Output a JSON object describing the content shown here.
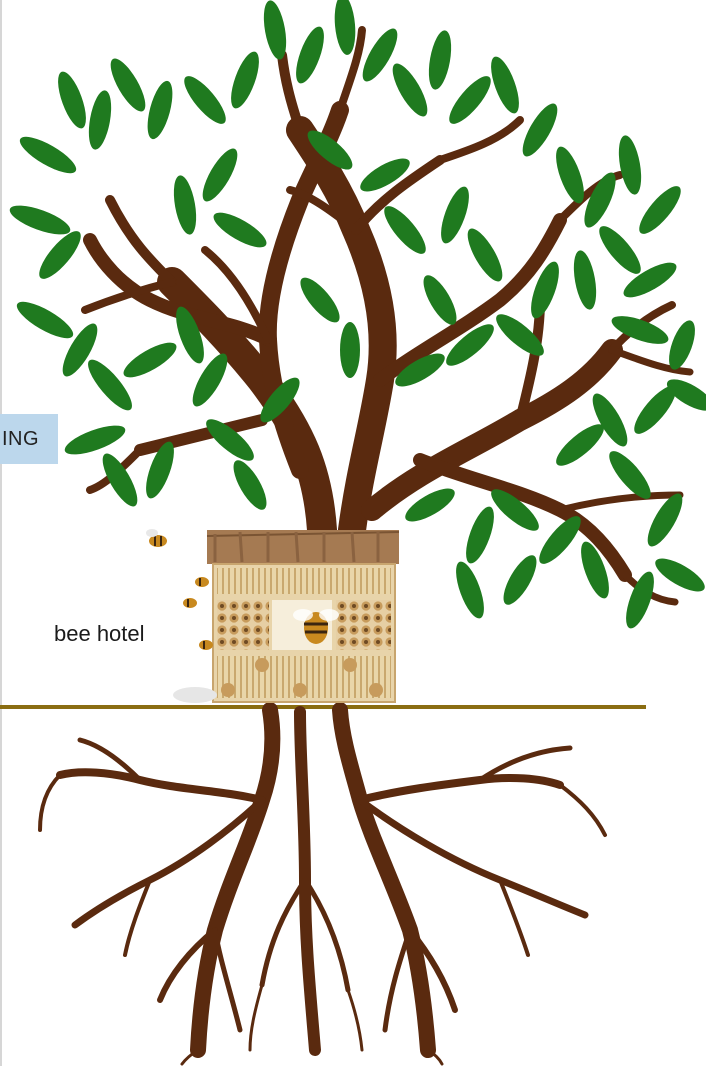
{
  "labels": {
    "side_tag": "ING",
    "bee_hotel": "bee hotel"
  },
  "colors": {
    "trunk": "#5a2a0f",
    "leaf": "#1f7a1f",
    "ground_line": "#8a6d12",
    "side_tag_bg": "#bcd7ec",
    "hotel_wood": "#d9b98a",
    "hotel_roof": "#a57a52",
    "bee": "#c8891f"
  },
  "icons": [
    "tree-illustration",
    "bee-hotel-icon",
    "bee-icon",
    "roots-illustration"
  ]
}
